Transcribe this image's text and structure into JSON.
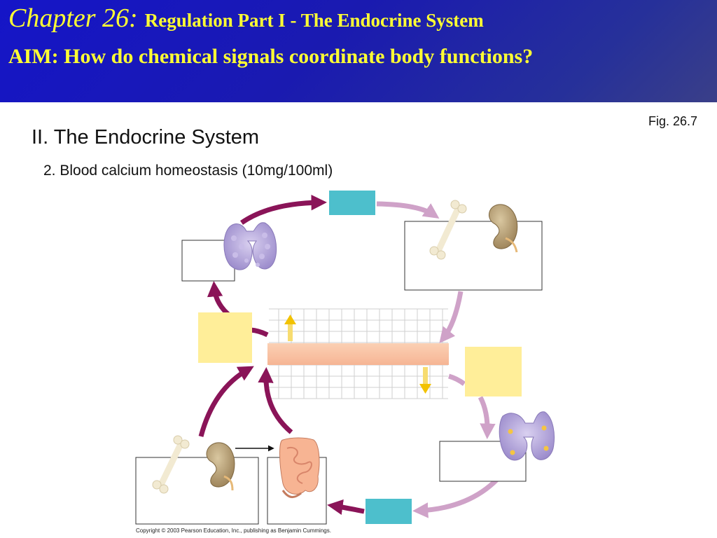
{
  "header": {
    "chapter": "Chapter 26:",
    "subtitle": "Regulation Part I - The Endocrine System",
    "aim": "AIM: How do chemical signals coordinate body functions?"
  },
  "slide": {
    "heading": "II. The Endocrine System",
    "subheading": "2. Blood calcium homeostasis (10mg/100ml)",
    "figure_ref": "Fig. 26.7",
    "copyright": "Copyright © 2003 Pearson Education, Inc., publishing as Benjamin Cummings."
  },
  "colors": {
    "header_bg": "#1a1ab4",
    "title_text": "#ffff33",
    "hormone_box": "#4dbfcc",
    "stimulus_box": "#ffee99",
    "homeostasis_bar": "#f9c0a0",
    "arrow_dark": "#8a1458",
    "arrow_light": "#cfa2c8",
    "indicator_arrow": "#f2c200"
  }
}
